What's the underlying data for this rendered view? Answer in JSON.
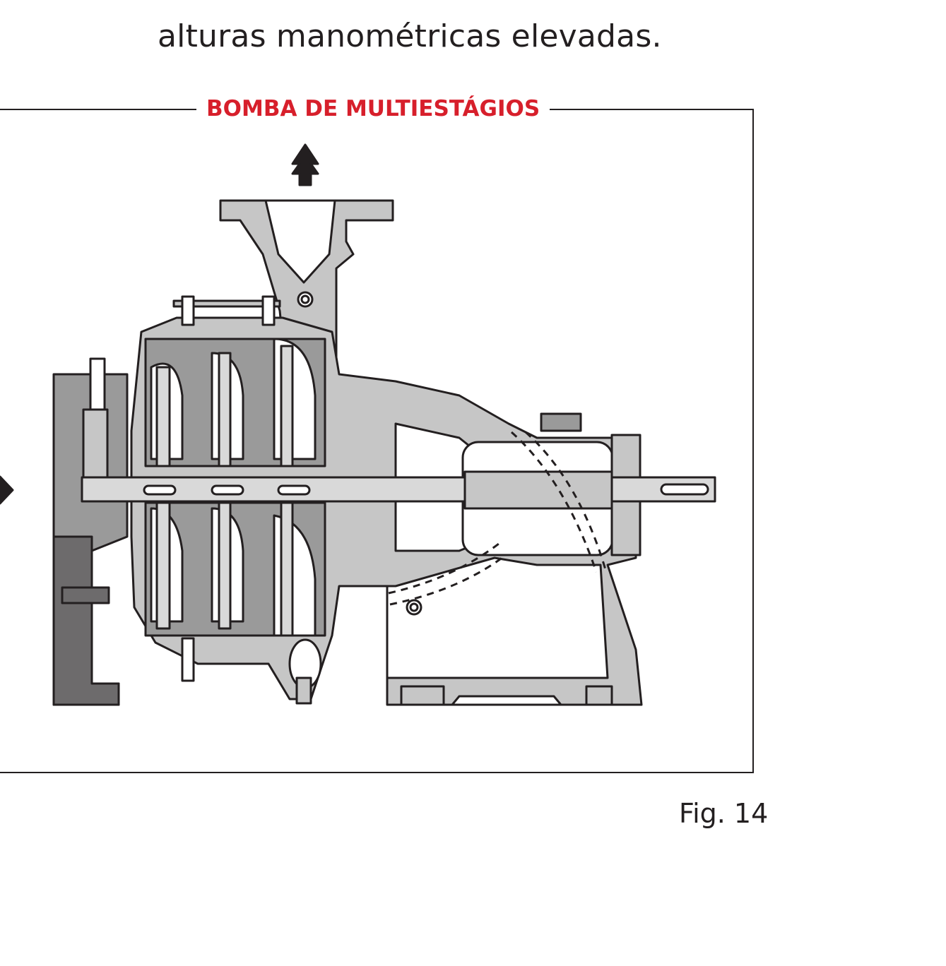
{
  "body_text": "alturas manométricas elevadas.",
  "figure": {
    "title": "BOMBA DE MULTIESTÁGIOS",
    "caption": "Fig. 14",
    "colors": {
      "title_red": "#d71f2b",
      "outline": "#231f20",
      "light_gray": "#c6c6c6",
      "mid_gray": "#969696",
      "dark_gray": "#6d6b6c"
    }
  }
}
